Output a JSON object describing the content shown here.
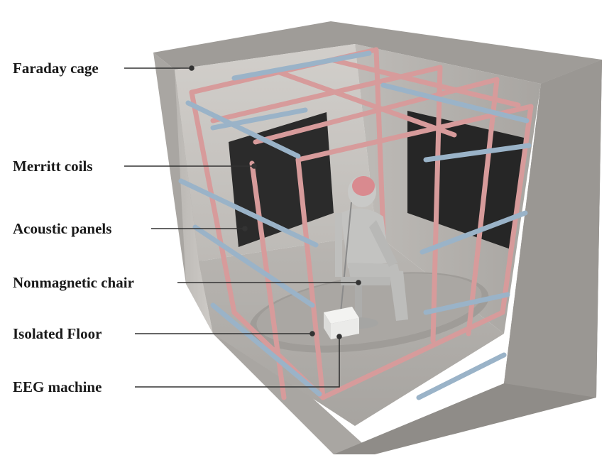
{
  "labels": {
    "faraday_cage": "Faraday cage",
    "merritt_coils": "Merritt coils",
    "acoustic_panels": "Acoustic panels",
    "nonmagnetic_chair": "Nonmagnetic chair",
    "isolated_floor": "Isolated Floor",
    "eeg_machine": "EEG machine"
  },
  "colors": {
    "outer_wall": "#a9a6a2",
    "inner_wall": "#c6c3bf",
    "floor": "#b5b2ae",
    "coil_pink": "#d79b9b",
    "coil_blue": "#9ab3c8",
    "panel_dark": "#2a2a2a",
    "figure": "#c9c9c7",
    "brain": "#d98a8f"
  }
}
